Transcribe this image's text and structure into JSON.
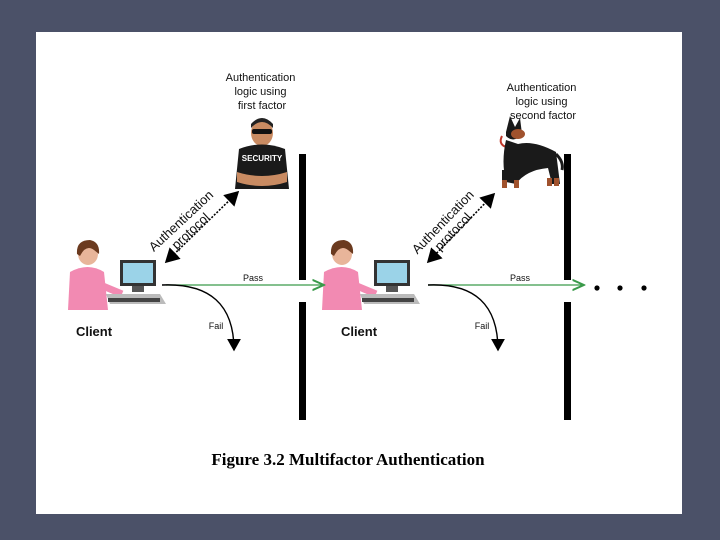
{
  "figure": {
    "caption": "Figure 3.2 Multifactor Authentication"
  },
  "factor1": {
    "logic_lines": [
      "Authentication",
      "logic using",
      "first factor"
    ],
    "guard_shirt_text": "SECURITY",
    "protocol_lines": [
      "Authentication",
      "protocol"
    ]
  },
  "factor2": {
    "logic_lines": [
      "Authentication",
      "logic using",
      "second factor"
    ],
    "protocol_lines": [
      "Authentication",
      "protocol"
    ]
  },
  "client1": {
    "label": "Client",
    "pass_label": "Pass",
    "fail_label": "Fail"
  },
  "client2": {
    "label": "Client",
    "pass_label": "Pass",
    "fail_label": "Fail"
  },
  "colors": {
    "pass_arrow": "#3a9a4a",
    "barrier": "#000000",
    "background": "#4b5168"
  }
}
